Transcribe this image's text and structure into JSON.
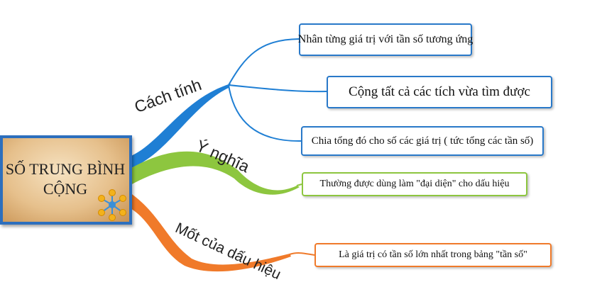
{
  "central": {
    "title_line1": "SỐ TRUNG BÌNH",
    "title_line2": "CỘNG",
    "icon": "molecule-icon"
  },
  "branches": [
    {
      "label": "Cách tính",
      "color": "#2979c9",
      "children": [
        "Nhân từng giá trị với tần số tương ứng",
        "Cộng tất cả các tích vừa tìm được",
        "Chia tổng đó cho số các giá trị ( tức tổng các tần số)"
      ]
    },
    {
      "label": "Ý nghĩa",
      "color": "#8dc63f",
      "children": [
        "Thường được dùng làm \"đại diện\" cho dấu hiệu"
      ]
    },
    {
      "label": "Mốt của dấu hiệu",
      "color": "#f07a2a",
      "children": [
        "Là giá trị có tần số lớn nhất trong bảng \"tần số\""
      ]
    }
  ]
}
